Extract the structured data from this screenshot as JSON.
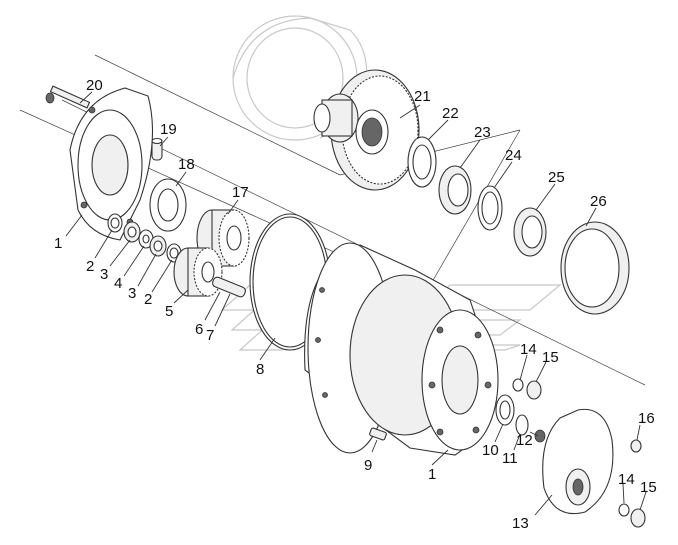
{
  "diagram": {
    "callouts": [
      {
        "id": "c20",
        "text": "20"
      },
      {
        "id": "c19",
        "text": "19"
      },
      {
        "id": "c18",
        "text": "18"
      },
      {
        "id": "c17",
        "text": "17"
      },
      {
        "id": "c1a",
        "text": "1"
      },
      {
        "id": "c2a",
        "text": "2"
      },
      {
        "id": "c3a",
        "text": "3"
      },
      {
        "id": "c4",
        "text": "4"
      },
      {
        "id": "c3b",
        "text": "3"
      },
      {
        "id": "c2b",
        "text": "2"
      },
      {
        "id": "c5",
        "text": "5"
      },
      {
        "id": "c6",
        "text": "6"
      },
      {
        "id": "c7",
        "text": "7"
      },
      {
        "id": "c8",
        "text": "8"
      },
      {
        "id": "c21",
        "text": "21"
      },
      {
        "id": "c22",
        "text": "22"
      },
      {
        "id": "c23",
        "text": "23"
      },
      {
        "id": "c24",
        "text": "24"
      },
      {
        "id": "c25",
        "text": "25"
      },
      {
        "id": "c26",
        "text": "26"
      },
      {
        "id": "c14a",
        "text": "14"
      },
      {
        "id": "c15a",
        "text": "15"
      },
      {
        "id": "c10",
        "text": "10"
      },
      {
        "id": "c11",
        "text": "11"
      },
      {
        "id": "c12",
        "text": "12"
      },
      {
        "id": "c9",
        "text": "9"
      },
      {
        "id": "c1b",
        "text": "1"
      },
      {
        "id": "c16",
        "text": "16"
      },
      {
        "id": "c13",
        "text": "13"
      },
      {
        "id": "c14b",
        "text": "14"
      },
      {
        "id": "c15b",
        "text": "15"
      }
    ]
  }
}
